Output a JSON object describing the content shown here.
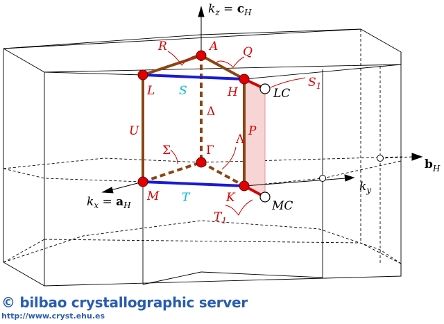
{
  "axes": {
    "kz": {
      "main": "k",
      "sub": "z",
      "eq": " = ",
      "vec": "c",
      "vec_sub": "H"
    },
    "kx": {
      "main": "k",
      "sub": "x",
      "eq": " = ",
      "vec": "a",
      "vec_sub": "H"
    },
    "ky": {
      "main": "k",
      "sub": "y"
    },
    "bh": {
      "vec": "b",
      "vec_sub": "H"
    }
  },
  "points": {
    "A": "A",
    "L": "L",
    "H": "H",
    "M": "M",
    "K": "K",
    "Gamma": "Γ",
    "LC": "LC",
    "MC": "MC"
  },
  "lines": {
    "R": "R",
    "Q": "Q",
    "S1": "S",
    "S1_sub": "1",
    "S": "S",
    "Delta": "Δ",
    "U": "U",
    "P": "P",
    "Sigma": "Σ",
    "Lambda": "Λ",
    "T": "T",
    "T1": "T",
    "T1_sub": "1"
  },
  "footer": {
    "brand": "© bilbao crystallographic server",
    "url": "http://www.cryst.ehu.es"
  },
  "colors": {
    "brown": "#8b4513",
    "blue": "#1a1ad6",
    "red": "#d40000",
    "cyan": "#00bcd4",
    "pink_face": "#f8d5d5",
    "footer": "#2a5db0"
  }
}
